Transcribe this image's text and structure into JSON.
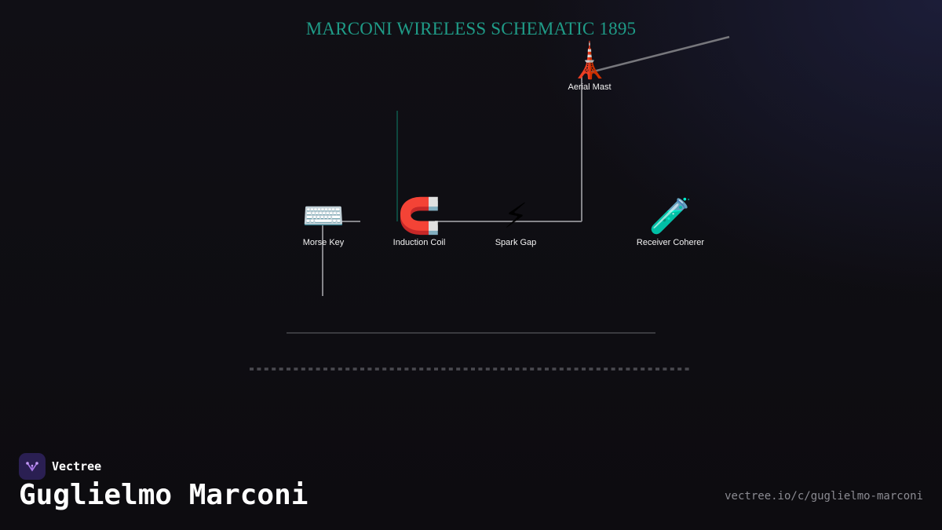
{
  "diagram": {
    "title": "MARCONI WIRELESS SCHEMATIC 1895",
    "nodes": [
      {
        "id": "aerial_mast",
        "label": "Aerial Mast",
        "icon": "tower-icon",
        "glyph": "🗼"
      },
      {
        "id": "morse_key",
        "label": "Morse Key",
        "icon": "keyboard-icon",
        "glyph": "⌨️"
      },
      {
        "id": "induction_coil",
        "label": "Induction Coil",
        "icon": "magnet-icon",
        "glyph": "🧲"
      },
      {
        "id": "spark_gap",
        "label": "Spark Gap",
        "icon": "lightning-icon",
        "glyph": "⚡"
      },
      {
        "id": "receiver_coherer",
        "label": "Receiver Coherer",
        "icon": "test-tube-icon",
        "glyph": "🧪"
      }
    ],
    "connections": [
      {
        "from": "morse_key",
        "to": "induction_coil"
      },
      {
        "from": "induction_coil",
        "to": "spark_gap"
      },
      {
        "from": "spark_gap",
        "to": "aerial_mast"
      }
    ],
    "colors": {
      "title": "#1f9b87",
      "wire": "#8a8a8e",
      "accent_line": "#0f5a4c",
      "background": "#0e0d12"
    }
  },
  "footer": {
    "brand": "Vectree",
    "brand_icon": "vectree-logo-icon",
    "person": "Guglielmo Marconi",
    "url": "vectree.io/c/guglielmo-marconi"
  }
}
